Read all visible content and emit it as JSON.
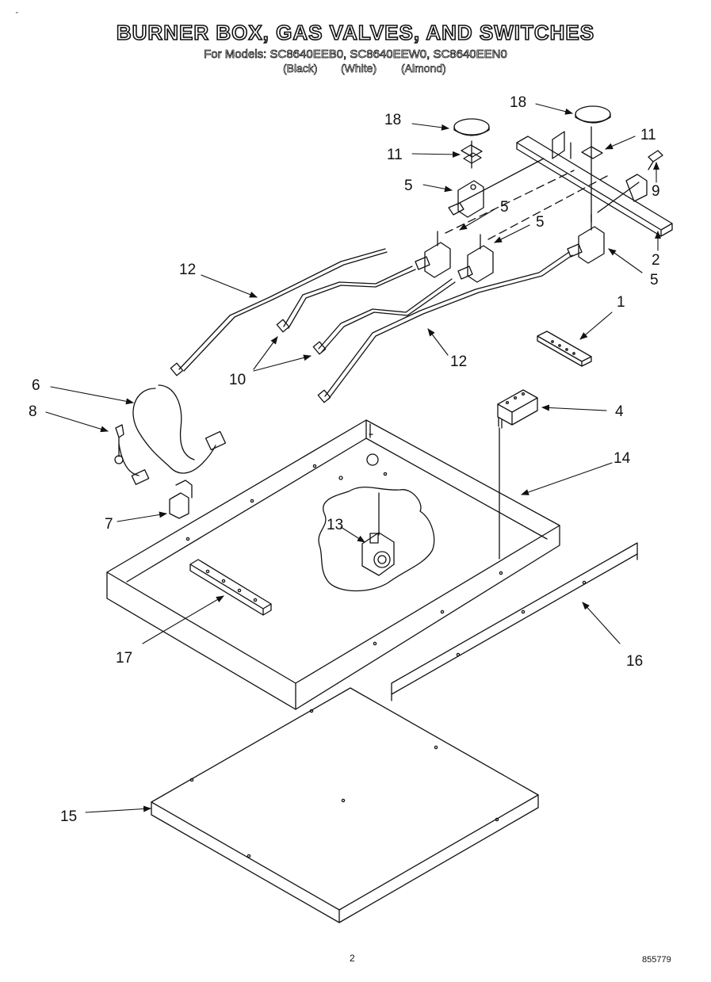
{
  "header": {
    "title": "BURNER BOX, GAS VALVES, AND SWITCHES",
    "subtitle": "For Models: SC8640EEB0, SC8640EEW0, SC8640EEN0",
    "color_black": "(Black)",
    "color_white": "(White)",
    "color_almond": "(Almond)"
  },
  "footer": {
    "page_number": "2",
    "document_number": "855779"
  },
  "corner_mark": "\"",
  "callouts": {
    "c1": "1",
    "c2": "2",
    "c4": "4",
    "c5a": "5",
    "c5b": "5",
    "c5c": "5",
    "c5d": "5",
    "c6": "6",
    "c7": "7",
    "c8": "8",
    "c9": "9",
    "c10": "10",
    "c11a": "11",
    "c11b": "11",
    "c12a": "12",
    "c12b": "12",
    "c13": "13",
    "c14": "14",
    "c15": "15",
    "c16": "16",
    "c17": "17",
    "c18a": "18",
    "c18b": "18"
  },
  "style": {
    "line_color": "#111111",
    "background": "#ffffff"
  }
}
